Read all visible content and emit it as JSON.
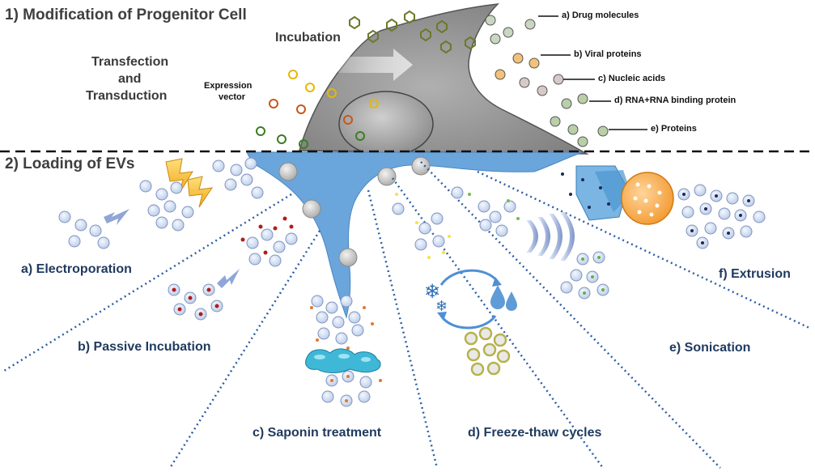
{
  "section1_title": "1) Modification of Progenitor Cell",
  "section2_title": "2) Loading of EVs",
  "incubation_label": "Incubation",
  "transfection_lines": [
    "Transfection",
    "and",
    "Transduction"
  ],
  "expression_vector_lines": [
    "Expression",
    "vector"
  ],
  "cargo_labels": [
    "a) Drug molecules",
    "b) Viral proteins",
    "c) Nucleic acids",
    "d) RNA+RNA binding protein",
    "e) Proteins"
  ],
  "methods": {
    "electroporation": "a) Electroporation",
    "passive_incubation": "b) Passive Incubation",
    "saponin": "c) Saponin treatment",
    "freeze_thaw": "d) Freeze-thaw cycles",
    "sonication": "e) Sonication",
    "extrusion": "f) Extrusion"
  },
  "colors": {
    "cell_gray": "#8c8c8c",
    "ev_blue": "#6aa6dc",
    "method_text": "#1f3a5f",
    "vesicle_fill": "#d6e2f5",
    "lightning": "#f2b632",
    "snowflake": "#2f6fb5"
  }
}
